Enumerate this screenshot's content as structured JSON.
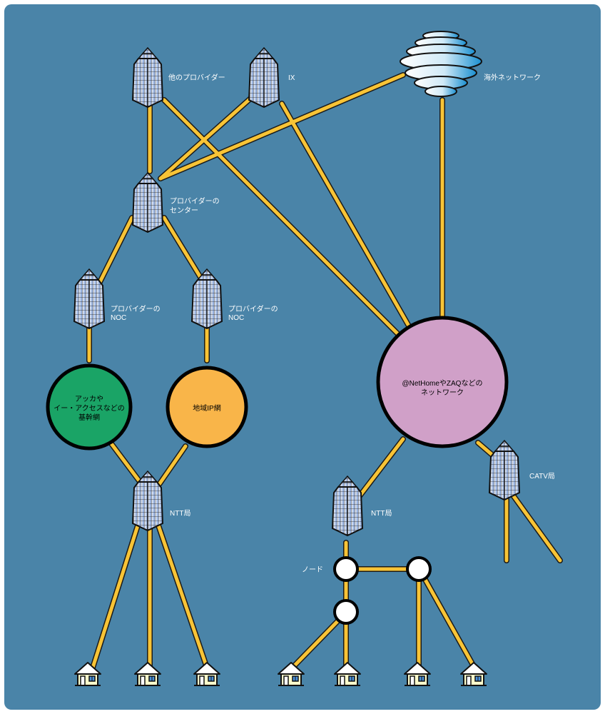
{
  "colors": {
    "background": "#4a84a8",
    "link": "#f8c436",
    "link_outline": "#1a1a1a",
    "backbone_green": "#1aa466",
    "regional_orange": "#f9b549",
    "catv_pink": "#d0a0c8",
    "node_fill": "#ffffff",
    "building_glass": "#a8bde0"
  },
  "icons": {
    "building": "building-icon",
    "cloud": "cloud-icon",
    "house": "house-icon",
    "node": "node-circle"
  },
  "labels": {
    "other_provider": "他のプロバイダー",
    "ix": "IX",
    "overseas": "海外ネットワーク",
    "provider_center_1": "プロバイダーの",
    "provider_center_2": "センター",
    "noc_left_1": "プロバイダーの",
    "noc_left_2": "NOC",
    "noc_right_1": "プロバイダーの",
    "noc_right_2": "NOC",
    "backbone_1": "アッカや",
    "backbone_2": "イー・アクセスなどの",
    "backbone_3": "基幹網",
    "regional": "地域IP網",
    "catv_net_1": "@NetHomeやZAQなどの",
    "catv_net_2": "ネットワーク",
    "ntt_left": "NTT局",
    "ntt_right": "NTT局",
    "catv_station": "CATV局",
    "node": "ノード"
  }
}
